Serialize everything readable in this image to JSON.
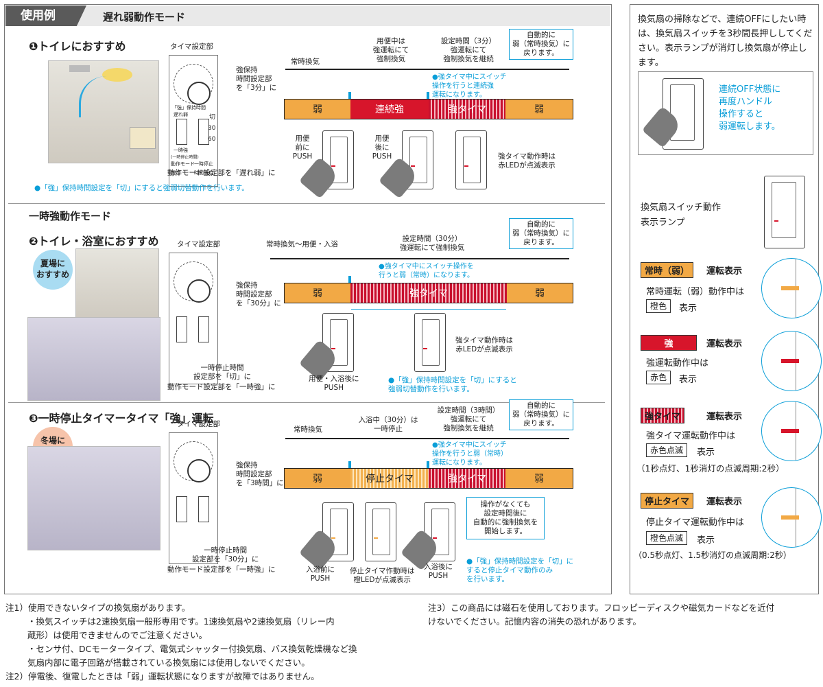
{
  "header": {
    "tab": "使用例",
    "mode1": "遅れ弱動作モード",
    "mode2": "一時強動作モード"
  },
  "colors": {
    "weak": "#f2a945",
    "strong": "#d7152b",
    "blue": "#0a9ed8"
  },
  "sec1": {
    "title": "❶トイレにおすすめ",
    "timer_title": "タイマ設定部",
    "dial_note": "強保持\n時間設定部\nを「3分」に",
    "mode_note": "動作モード設定部を「遅れ弱」に",
    "blue_note": "●「強」保持時間設定を「切」にすると強弱切替動作を行います。",
    "top1": "常時換気",
    "top2": "用便中は\n強運転にて\n強制換気",
    "top3": "設定時間（3分）\n強運転にて\n強制換気を継続",
    "top4": "自動的に\n弱（常時換気）に\n戻ります。",
    "blue_mid": "●強タイマ中にスイッチ\n操作を行うと連続強\n運転になります。",
    "bar": [
      "弱",
      "連続強",
      "強タイマ",
      "弱"
    ],
    "push1": "用便\n前に\nPUSH",
    "push2": "用便\n後に\nPUSH",
    "led_note": "強タイマ動作時は\n赤LEDが点滅表示",
    "dial_labels": {
      "kiri": "切",
      "v30": "30",
      "v60": "60",
      "okure": "遅れ弱",
      "ichiji": "一時強",
      "chuu": "(一時停止時間)",
      "mode": "動作モード\n設定",
      "stop": "一時停止\n時間設定",
      "hold": "「強」保持時間"
    }
  },
  "sec2": {
    "title": "❷トイレ・浴室におすすめ",
    "badge": "夏場に\nおすすめ",
    "timer_title": "タイマ設定部",
    "dial_note": "強保持\n時間設定部\nを「30分」に",
    "stop_note": "一時停止時間\n設定部を「切」に",
    "mode_note": "動作モード設定部を「一時強」に",
    "top1": "常時換気～用便・入浴",
    "top2": "設定時間（30分）\n強運転にて強制換気",
    "top4": "自動的に\n弱（常時換気）に\n戻ります。",
    "blue_mid": "●強タイマ中にスイッチ操作を\n行うと弱（常時）になります。",
    "bar": [
      "弱",
      "強タイマ",
      "弱"
    ],
    "push": "用便・入浴後に\nPUSH",
    "led_note": "強タイマ動作時は\n赤LEDが点滅表示",
    "blue_note": "●「強」保持時間設定を「切」にすると\n強弱切替動作を行います。"
  },
  "sec3": {
    "title": "❸一時停止タイマータイマ「強」運転",
    "badge": "冬場に\nおすすめ",
    "timer_title": "タイマ設定部",
    "dial_note": "強保持\n時間設定部\nを「3時間」に",
    "stop_note": "一時停止時間\n設定部を「30分」に",
    "mode_note": "動作モード設定部を「一時強」に",
    "top1": "常時換気",
    "top2": "入浴中（30分）は\n一時停止",
    "top3": "設定時間（3時間）\n強運転にて\n強制換気を継続",
    "top4": "自動的に\n弱（常時換気）に\n戻ります。",
    "blue_mid": "●強タイマ中にスイッチ\n操作を行うと弱（常時）\n運転になります。",
    "bar": [
      "弱",
      "停止タイマ",
      "強タイマ",
      "弱"
    ],
    "push1": "入浴前に\nPUSH",
    "led_note": "停止タイマ作動時は\n橙LEDが点滅表示",
    "push2": "入浴後に\nPUSH",
    "callout": "操作がなくても\n設定時間後に\n自動的に強制換気を\n開始します。",
    "blue_note": "●「強」保持時間設定を「切」に\nすると停止タイマ動作のみ\nを行います。"
  },
  "side": {
    "intro": "換気扇の掃除などで、連続OFFにしたい時は、換気扇スイッチを3秒間長押ししてください。表示ランプが消灯し換気扇が停止します。",
    "blue": "連続OFF状態に\n再度ハンドル\n操作すると\n弱運転します。",
    "lamp_title": "換気扇スイッチ動作\n表示ランプ",
    "legend": [
      {
        "tag": "常時（弱）",
        "label": "運転表示",
        "desc": "常時運転（弱）動作中は",
        "state": "橙色",
        "suffix": "表示",
        "extra": ""
      },
      {
        "tag": "強",
        "label": "運転表示",
        "desc": "強運転動作中は",
        "state": "赤色",
        "suffix": "表示",
        "extra": ""
      },
      {
        "tag": "強タイマ",
        "label": "運転表示",
        "desc": "強タイマ運転動作中は",
        "state": "赤色点滅",
        "suffix": "表示",
        "extra": "（1秒点灯、1秒消灯の点滅周期:2秒）"
      },
      {
        "tag": "停止タイマ",
        "label": "運転表示",
        "desc": "停止タイマ運転動作中は",
        "state": "橙色点滅",
        "suffix": "表示",
        "extra": "（0.5秒点灯、1.5秒消灯の点滅周期:2秒）"
      }
    ]
  },
  "notes": {
    "n1": "注1）使用できないタイプの換気扇があります。",
    "n1a": "・換気スイッチは2速換気扇一般形専用です。1速換気扇や2速換気扇（リレー内\n蔵形）は使用できませんのでご注意ください。",
    "n1b": "・センサ付、DCモータータイプ、電気式シャッター付換気扇、バス換気乾燥機など換\n気扇内部に電子回路が搭載されている換気扇には使用しないでください。",
    "n2": "注2）停電後、復電したときは「弱」運転状態になりますが故障ではありません。",
    "n3": "注3）この商品には磁石を使用しております。フロッピーディスクや磁気カードなどを近付\nけないでください。記憶内容の消失の恐れがあります。"
  }
}
